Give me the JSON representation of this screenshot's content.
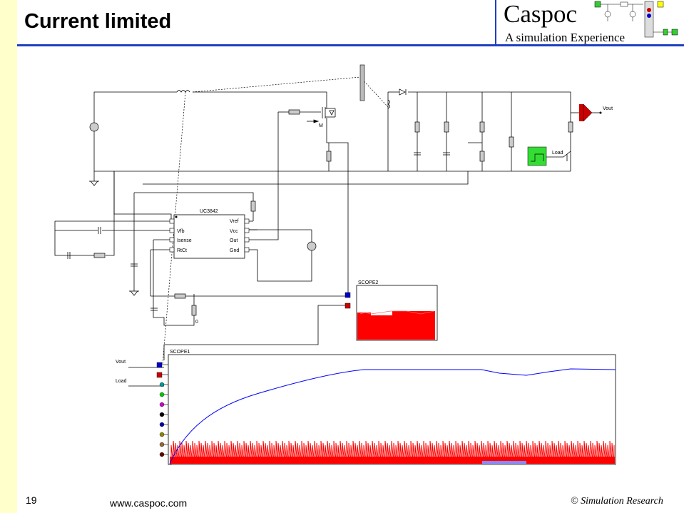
{
  "slide": {
    "title": "Current limited",
    "page_number": "19",
    "website": "www.caspoc.com",
    "copyright": "© Simulation Research"
  },
  "logo": {
    "name": "Caspoc",
    "tagline": "A simulation Experience"
  },
  "circuit": {
    "controller_label": "UC3842",
    "pins_left": [
      "Vfb",
      "Isense",
      "RtCt"
    ],
    "pins_right": [
      "Vref",
      "Vcc",
      "Out",
      "Gnd"
    ],
    "mosfet_label": "M",
    "output_label": "Vout",
    "load_label": "Load",
    "zero_label": "0"
  },
  "scope1": {
    "label": "SCOPE1",
    "inputs": [
      "Vout",
      "Load"
    ],
    "channel_colors": [
      "#0000cc",
      "#cc0000",
      "#009999",
      "#00cc00",
      "#cc00cc",
      "#000000",
      "#0000aa",
      "#888800",
      "#996633",
      "#660000"
    ]
  },
  "scope2": {
    "label": "SCOPE2"
  },
  "colors": {
    "accent": "#1f3fbf",
    "sidebar": "#ffffcc",
    "trace_blue": "#0000ff",
    "trace_red": "#ff0000",
    "load_green": "#33dd33"
  }
}
